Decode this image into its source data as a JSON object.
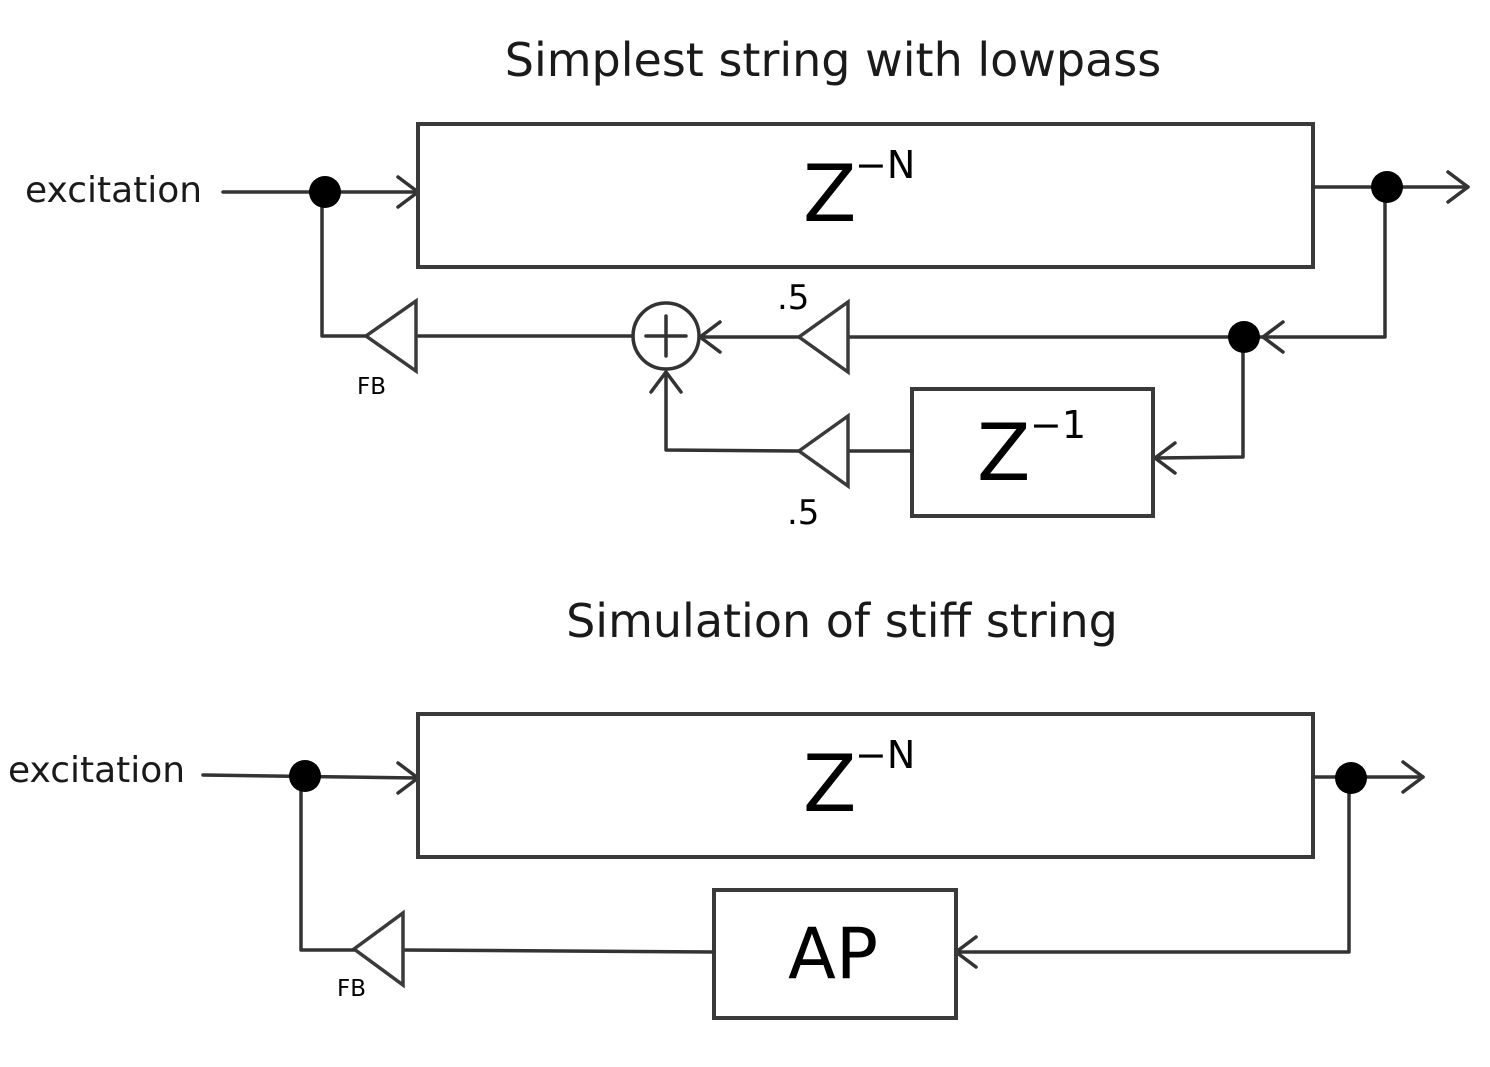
{
  "diagram_1": {
    "title": "Simplest string with lowpass",
    "input_label": "excitation",
    "delay_line": {
      "base": "Z",
      "exponent": "−N"
    },
    "unit_delay": {
      "base": "Z",
      "exponent": "−1"
    },
    "feedback_gain_label": "FB",
    "direct_gain_label": ".5",
    "delayed_gain_label": ".5",
    "adder_symbol": "+"
  },
  "diagram_2": {
    "title": "Simulation of stiff string",
    "input_label": "excitation",
    "delay_line": {
      "base": "Z",
      "exponent": "−N"
    },
    "allpass_label": "AP",
    "feedback_gain_label": "FB"
  },
  "colors": {
    "stroke": "#333333",
    "junction": "#000000",
    "background": "#ffffff"
  }
}
